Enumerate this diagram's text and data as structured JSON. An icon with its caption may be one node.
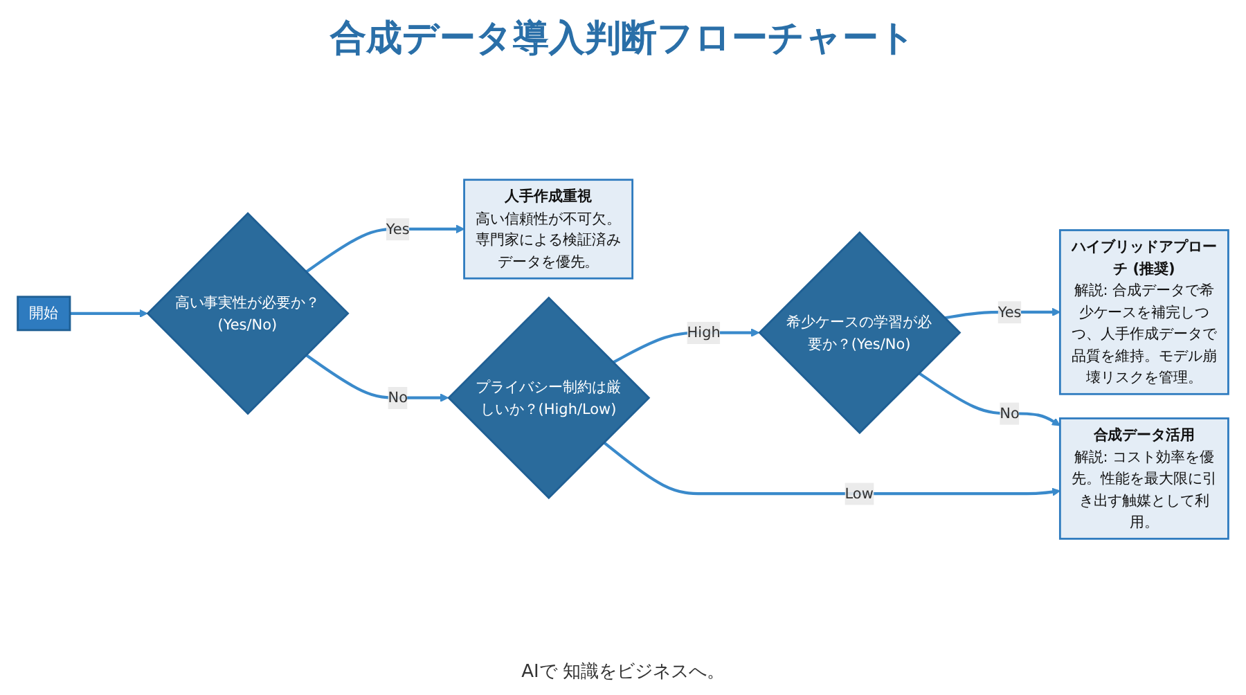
{
  "diagram": {
    "title": "合成データ導入判断フローチャート",
    "caption": "AIで 知識をビジネスへ。",
    "nodes": [
      {
        "text": [
          "開始"
        ]
      },
      {
        "text": [
          "高い事実性が必要か？(Yes/No)"
        ]
      },
      {
        "text": [
          "人手作成重視",
          "高い信頼性が不可欠。専門家による検証済みデータを優先。"
        ]
      },
      {
        "text": [
          "プライバシー制約は厳しいか？(High/Low)"
        ]
      },
      {
        "text": [
          "希少ケースの学習が必要か？(Yes/No)"
        ]
      },
      {
        "text": [
          "ハイブリッドアプローチ (推奨)",
          "解説: 合成データで希少ケースを補完しつつ、人手作成データで品質を維持。モデル崩壊リスクを管理。"
        ]
      },
      {
        "text": [
          "合成データ活用",
          "解説: コスト効率を優先。性能を最大限に引き出す触媒として利用。"
        ]
      }
    ],
    "edges": [
      {
        "from": 0,
        "to": 1,
        "arrow": "to"
      },
      {
        "from": 1,
        "to": 2,
        "label": "Yes",
        "arrow": "to"
      },
      {
        "from": 1,
        "to": 3,
        "label": "No",
        "arrow": "to"
      },
      {
        "from": 3,
        "to": 4,
        "label": "High",
        "arrow": "to"
      },
      {
        "from": 3,
        "to": 6,
        "label": "Low",
        "arrow": "to"
      },
      {
        "from": 4,
        "to": 5,
        "label": "Yes",
        "arrow": "to"
      },
      {
        "from": 4,
        "to": 6,
        "label": "No",
        "arrow": "to"
      }
    ]
  }
}
